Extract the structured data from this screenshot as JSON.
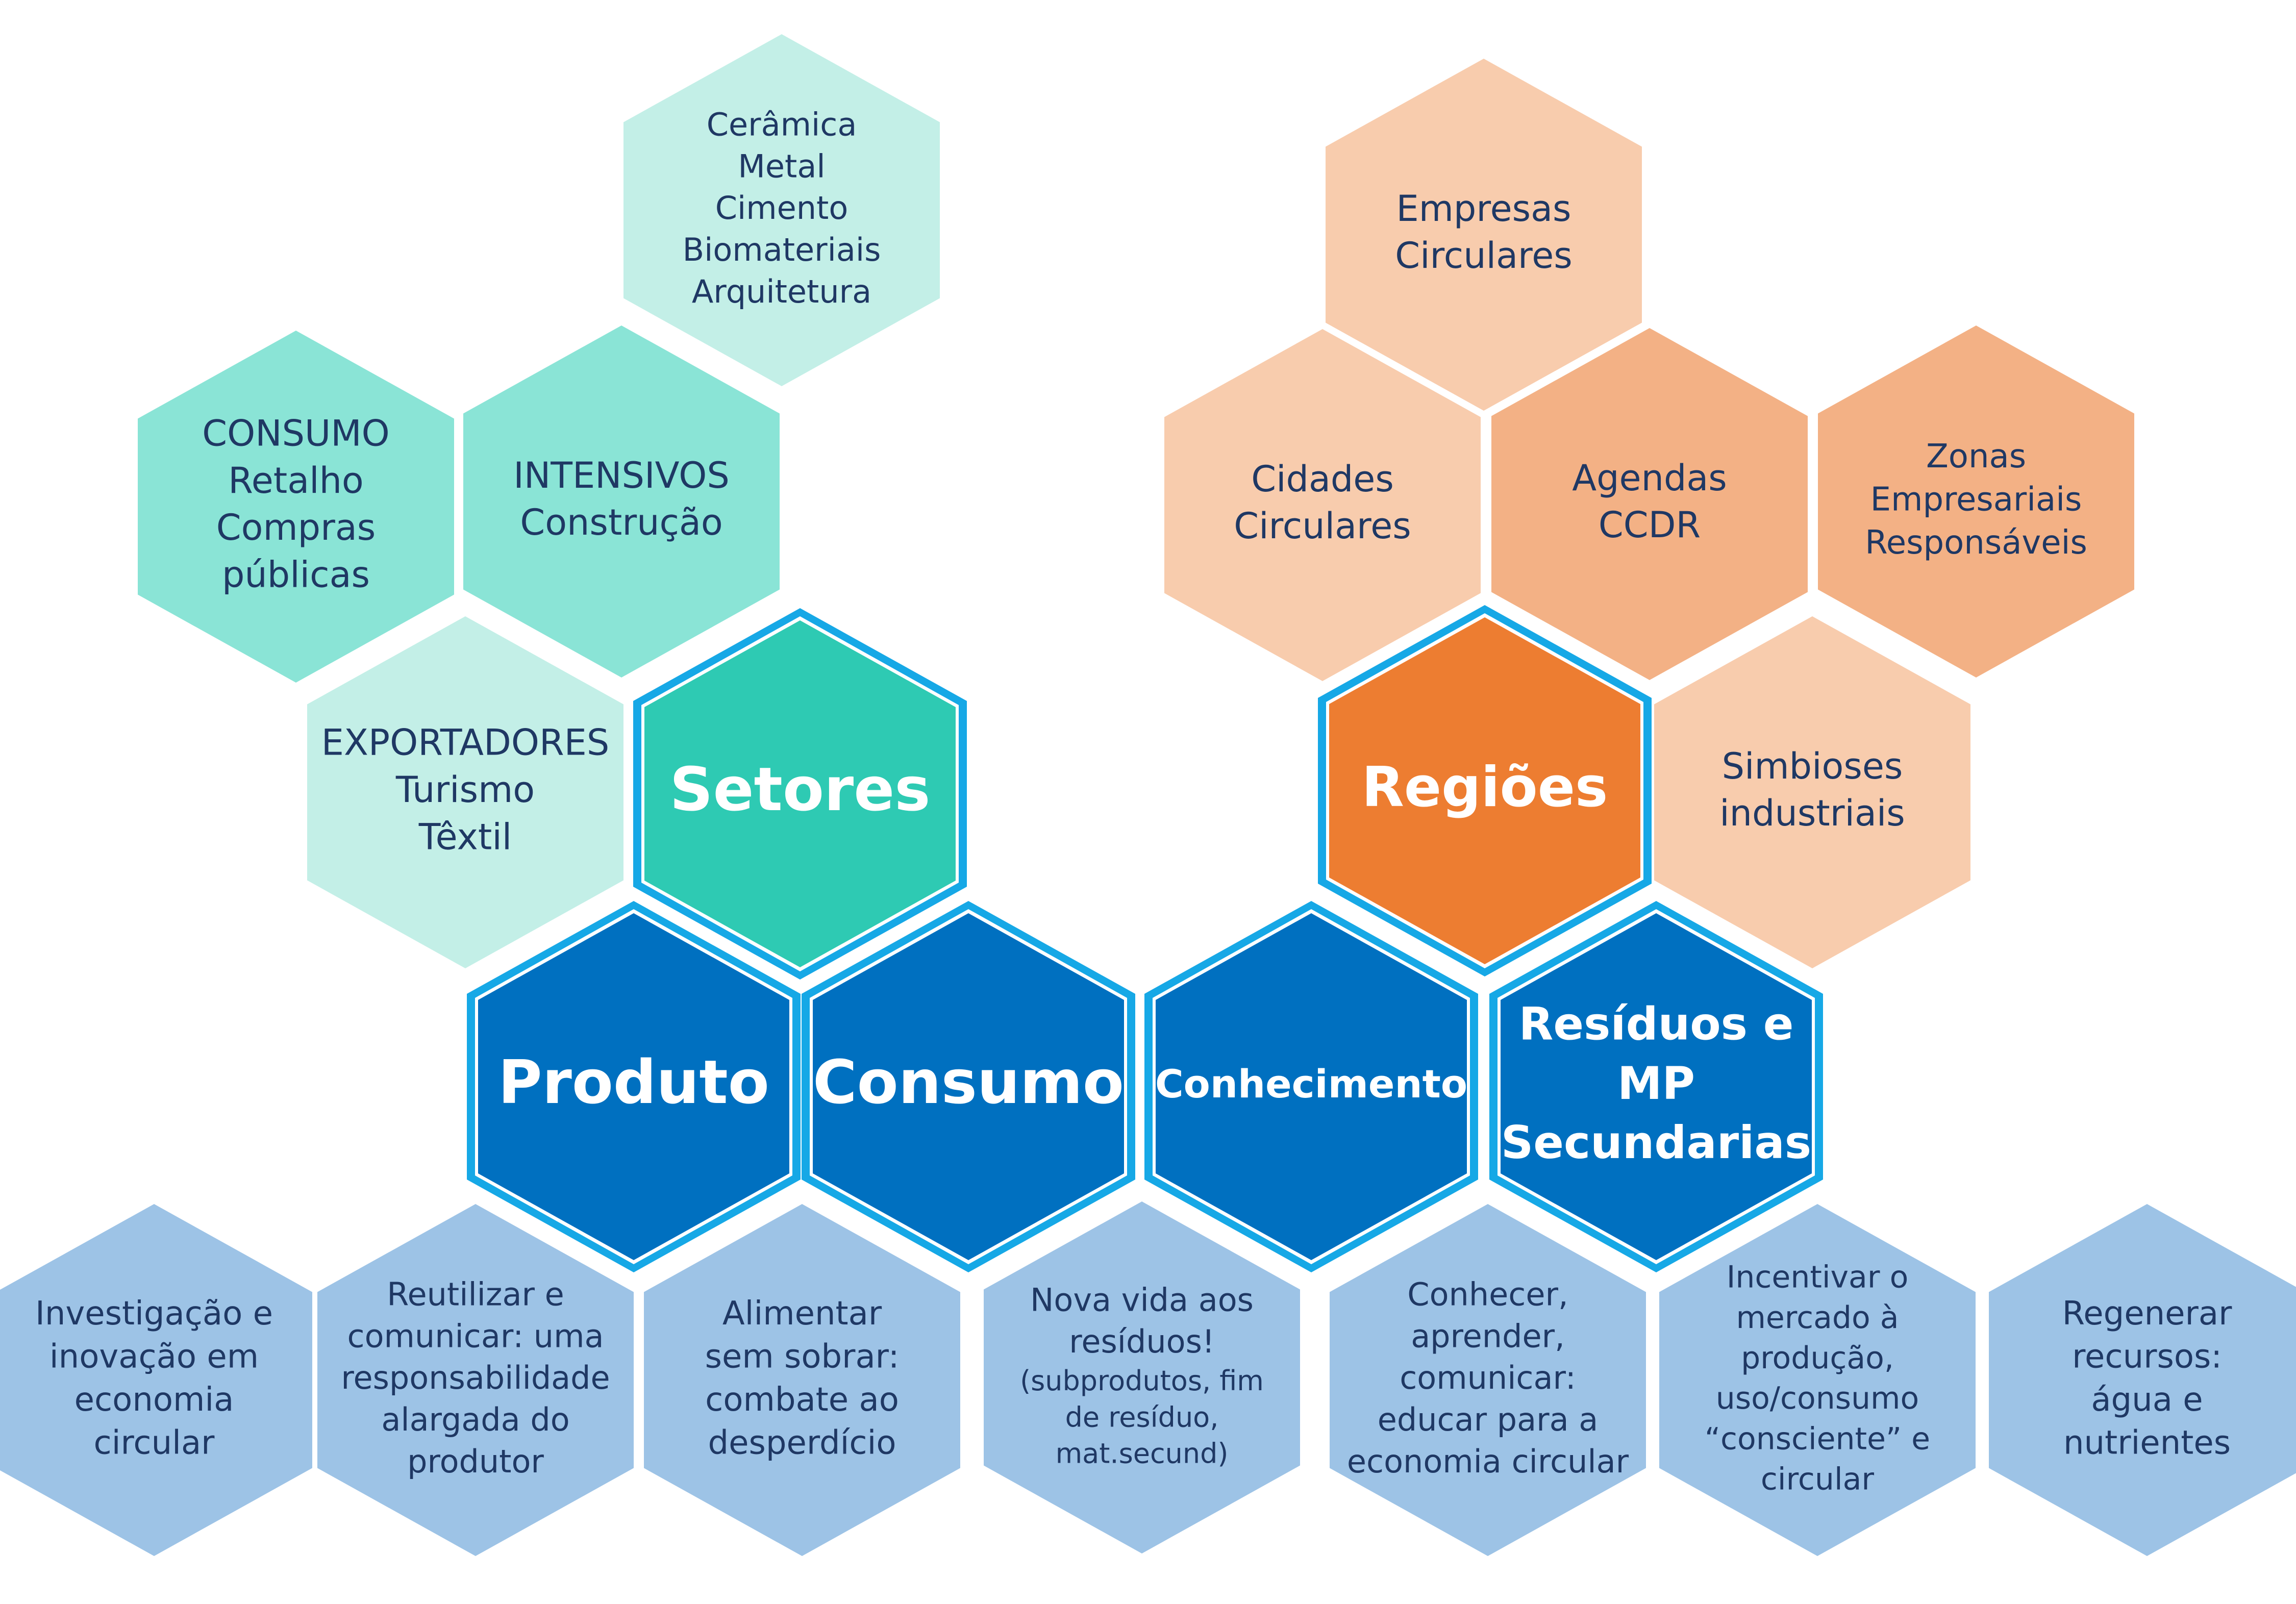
{
  "colors": {
    "teal_light": "#c3efe7",
    "teal_mid": "#8ae4d6",
    "teal_strong": "#2ecab3",
    "peach_light": "#f8ccad",
    "peach_mid": "#f3b185",
    "orange_strong": "#ed7d31",
    "blue_strong": "#0070c0",
    "blue_light": "#9dc3e6",
    "outline_blue": "#16a8e6",
    "text_dark": "#1f3864",
    "text_white": "#ffffff"
  },
  "hexagons": [
    {
      "id": "setores-ceramica",
      "lines": [
        "Cerâmica",
        "Metal",
        "Cimento",
        "Biomateriais",
        "Arquitetura"
      ],
      "fill": "teal_light",
      "text": "text_dark",
      "weight": "normal",
      "size": 62,
      "interactable": false
    },
    {
      "id": "setores-consumo",
      "lines": [
        "CONSUMO",
        "Retalho",
        "Compras",
        "públicas"
      ],
      "fill": "teal_mid",
      "text": "text_dark",
      "weight": "normal",
      "size": 70,
      "interactable": false
    },
    {
      "id": "setores-intensivos",
      "lines": [
        "INTENSIVOS",
        "Construção"
      ],
      "fill": "teal_mid",
      "text": "text_dark",
      "weight": "normal",
      "size": 70,
      "interactable": false
    },
    {
      "id": "setores-exportadores",
      "lines": [
        "EXPORTADORES",
        "Turismo",
        "Têxtil"
      ],
      "fill": "teal_light",
      "text": "text_dark",
      "weight": "normal",
      "size": 70,
      "interactable": false
    },
    {
      "id": "setores",
      "lines": [
        "Setores"
      ],
      "fill": "teal_strong",
      "text": "text_white",
      "weight": "bold",
      "size": 118,
      "outline": true,
      "interactable": false
    },
    {
      "id": "regioes-empresas",
      "lines": [
        "Empresas",
        "Circulares"
      ],
      "fill": "peach_light",
      "text": "text_dark",
      "weight": "normal",
      "size": 70,
      "interactable": false
    },
    {
      "id": "regioes-cidades",
      "lines": [
        "Cidades",
        "Circulares"
      ],
      "fill": "peach_light",
      "text": "text_dark",
      "weight": "normal",
      "size": 70,
      "interactable": false
    },
    {
      "id": "regioes-agendas",
      "lines": [
        "Agendas",
        "CCDR"
      ],
      "fill": "peach_mid",
      "text": "text_dark",
      "weight": "normal",
      "size": 70,
      "interactable": false
    },
    {
      "id": "regioes-zonas",
      "lines": [
        "Zonas",
        "Empresariais",
        "Responsáveis"
      ],
      "fill": "peach_mid",
      "text": "text_dark",
      "weight": "normal",
      "size": 64,
      "interactable": false
    },
    {
      "id": "regioes",
      "lines": [
        "Regiões"
      ],
      "fill": "orange_strong",
      "text": "text_white",
      "weight": "bold",
      "size": 108,
      "outline": true,
      "interactable": false
    },
    {
      "id": "regioes-simbioses",
      "lines": [
        "Simbioses",
        "industriais"
      ],
      "fill": "peach_light",
      "text": "text_dark",
      "weight": "normal",
      "size": 70,
      "interactable": false
    },
    {
      "id": "produto",
      "lines": [
        "Produto"
      ],
      "fill": "blue_strong",
      "text": "text_white",
      "weight": "bold",
      "size": 118,
      "outline": true,
      "interactable": false
    },
    {
      "id": "consumo",
      "lines": [
        "Consumo"
      ],
      "fill": "blue_strong",
      "text": "text_white",
      "weight": "bold",
      "size": 118,
      "outline": true,
      "interactable": false
    },
    {
      "id": "conhecimento",
      "lines": [
        "Conhecimento"
      ],
      "fill": "blue_strong",
      "text": "text_white",
      "weight": "bold",
      "size": 76,
      "outline": true,
      "interactable": false
    },
    {
      "id": "residuos",
      "lines": [
        "Resíduos e",
        "MP",
        "Secundarias"
      ],
      "fill": "blue_strong",
      "text": "text_white",
      "weight": "bold",
      "size": 88,
      "outline": true,
      "interactable": false
    },
    {
      "id": "bottom-investigacao",
      "lines": [
        "Investigação e",
        "inovação em",
        "economia",
        "circular"
      ],
      "fill": "blue_light",
      "text": "text_dark",
      "weight": "normal",
      "size": 64,
      "interactable": false
    },
    {
      "id": "bottom-reutilizar",
      "lines": [
        "Reutilizar e",
        "comunicar: uma",
        "responsabilidade",
        "alargada do",
        "produtor"
      ],
      "fill": "blue_light",
      "text": "text_dark",
      "weight": "normal",
      "size": 62,
      "interactable": false
    },
    {
      "id": "bottom-alimentar",
      "lines": [
        "Alimentar",
        "sem sobrar:",
        "combate ao",
        "desperdício"
      ],
      "fill": "blue_light",
      "text": "text_dark",
      "weight": "normal",
      "size": 64,
      "interactable": false
    },
    {
      "id": "bottom-nova-vida",
      "lines": [
        "Nova vida aos",
        "resíduos!",
        "(subprodutos, fim",
        "de resíduo,",
        "mat.secund)"
      ],
      "fill": "blue_light",
      "text": "text_dark",
      "weight": "normal",
      "size": 62,
      "small_from": 2,
      "small_size": 54,
      "interactable": false
    },
    {
      "id": "bottom-conhecer",
      "lines": [
        "Conhecer,",
        "aprender,",
        "comunicar:",
        "educar para a",
        "economia circular"
      ],
      "fill": "blue_light",
      "text": "text_dark",
      "weight": "normal",
      "size": 62,
      "interactable": false
    },
    {
      "id": "bottom-incentivar",
      "lines": [
        "Incentivar o",
        "mercado à",
        "produção,",
        "uso/consumo",
        "“consciente” e",
        "circular"
      ],
      "fill": "blue_light",
      "text": "text_dark",
      "weight": "normal",
      "size": 60,
      "interactable": false
    },
    {
      "id": "bottom-regenerar",
      "lines": [
        "Regenerar",
        "recursos:",
        "água e",
        "nutrientes"
      ],
      "fill": "blue_light",
      "text": "text_dark",
      "weight": "normal",
      "size": 64,
      "interactable": false
    }
  ]
}
